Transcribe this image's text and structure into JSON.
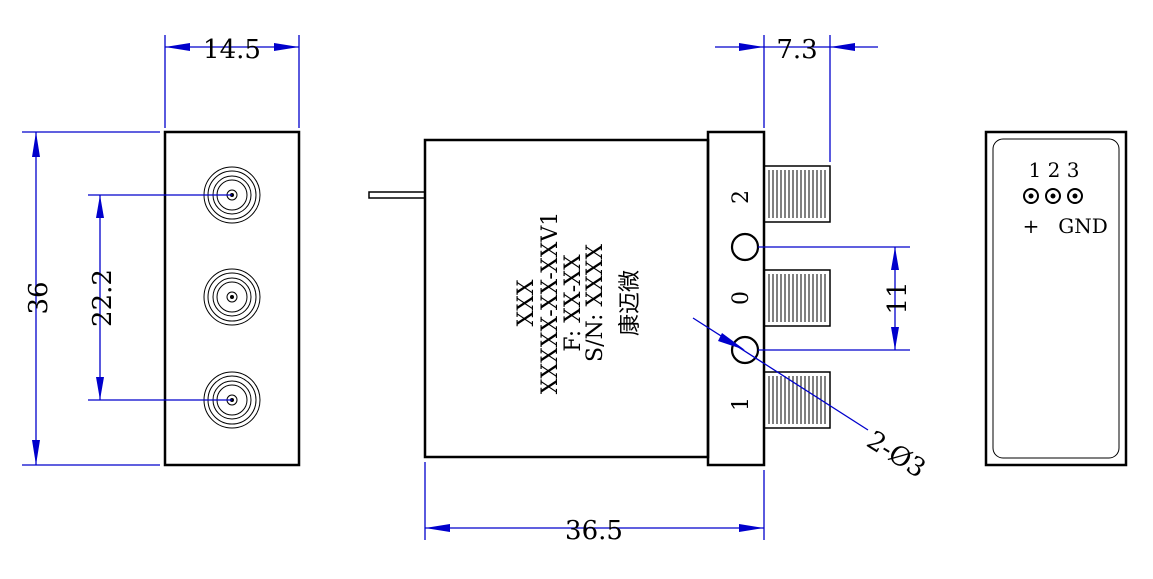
{
  "dimensions": {
    "width_side": "14.5",
    "height_side": "36",
    "pitch_side": "22.2",
    "flange": "7.3",
    "body_length": "36.5",
    "hole_pitch": "11",
    "holes": "2-Ø3"
  },
  "label": {
    "line1": "XXX",
    "line2": "XXXXX-XX-XXV1",
    "line3": "F:  XX-XX",
    "line4": "S/N: XXXX",
    "line5": "康迈微"
  },
  "ports": {
    "p2": "2",
    "p0": "0",
    "p1": "1"
  },
  "pins": {
    "numbers": "1 2 3",
    "plus": "+",
    "gnd": "GND"
  }
}
